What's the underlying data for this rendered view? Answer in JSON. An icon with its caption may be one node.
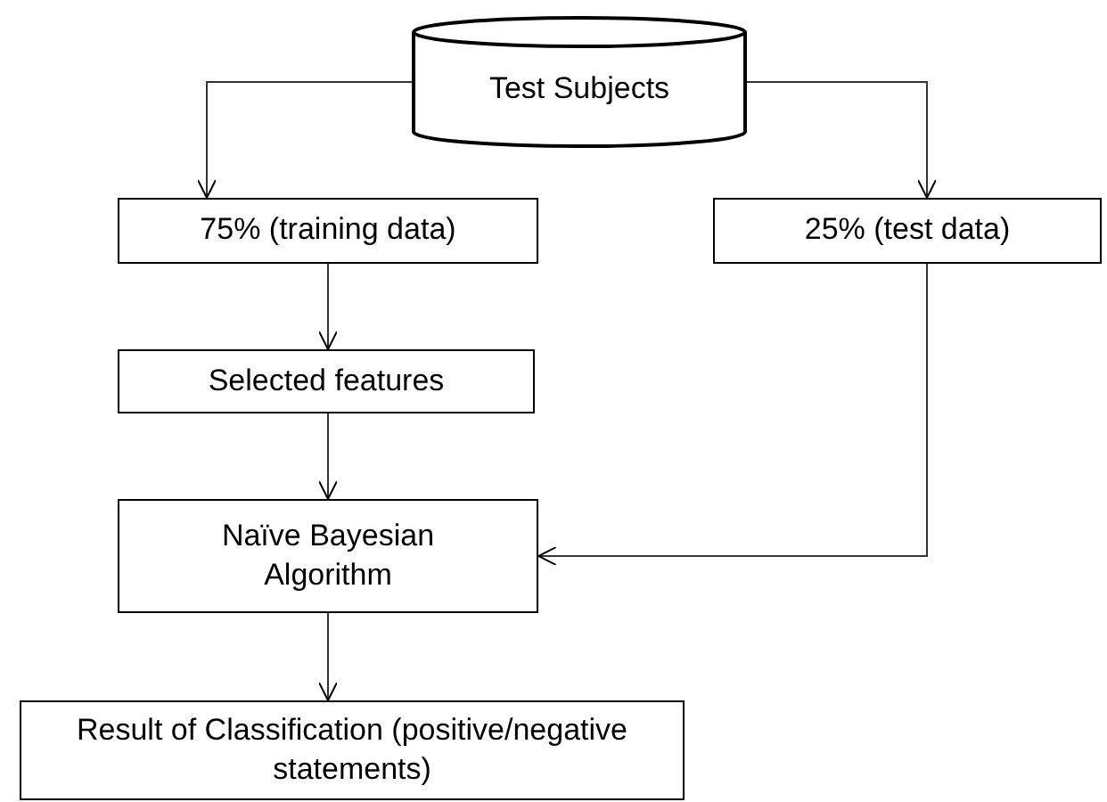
{
  "diagram": {
    "nodes": [
      {
        "text": [
          "Test Subjects"
        ]
      },
      {
        "text": [
          "75% (training data)"
        ]
      },
      {
        "text": [
          "25% (test data)"
        ]
      },
      {
        "text": [
          "Selected features"
        ]
      },
      {
        "text": [
          "Naïve Bayesian Algorithm"
        ]
      },
      {
        "text": [
          "Result of Classification (positive/negative statements)"
        ]
      }
    ],
    "edges": [
      {
        "from": 0,
        "to": 1,
        "arrow": "to"
      },
      {
        "from": 0,
        "to": 2,
        "arrow": "to"
      },
      {
        "from": 1,
        "to": 3,
        "arrow": "to"
      },
      {
        "from": 3,
        "to": 4,
        "arrow": "to"
      },
      {
        "from": 2,
        "to": 4,
        "arrow": "to"
      },
      {
        "from": 4,
        "to": 5,
        "arrow": "to"
      }
    ]
  }
}
